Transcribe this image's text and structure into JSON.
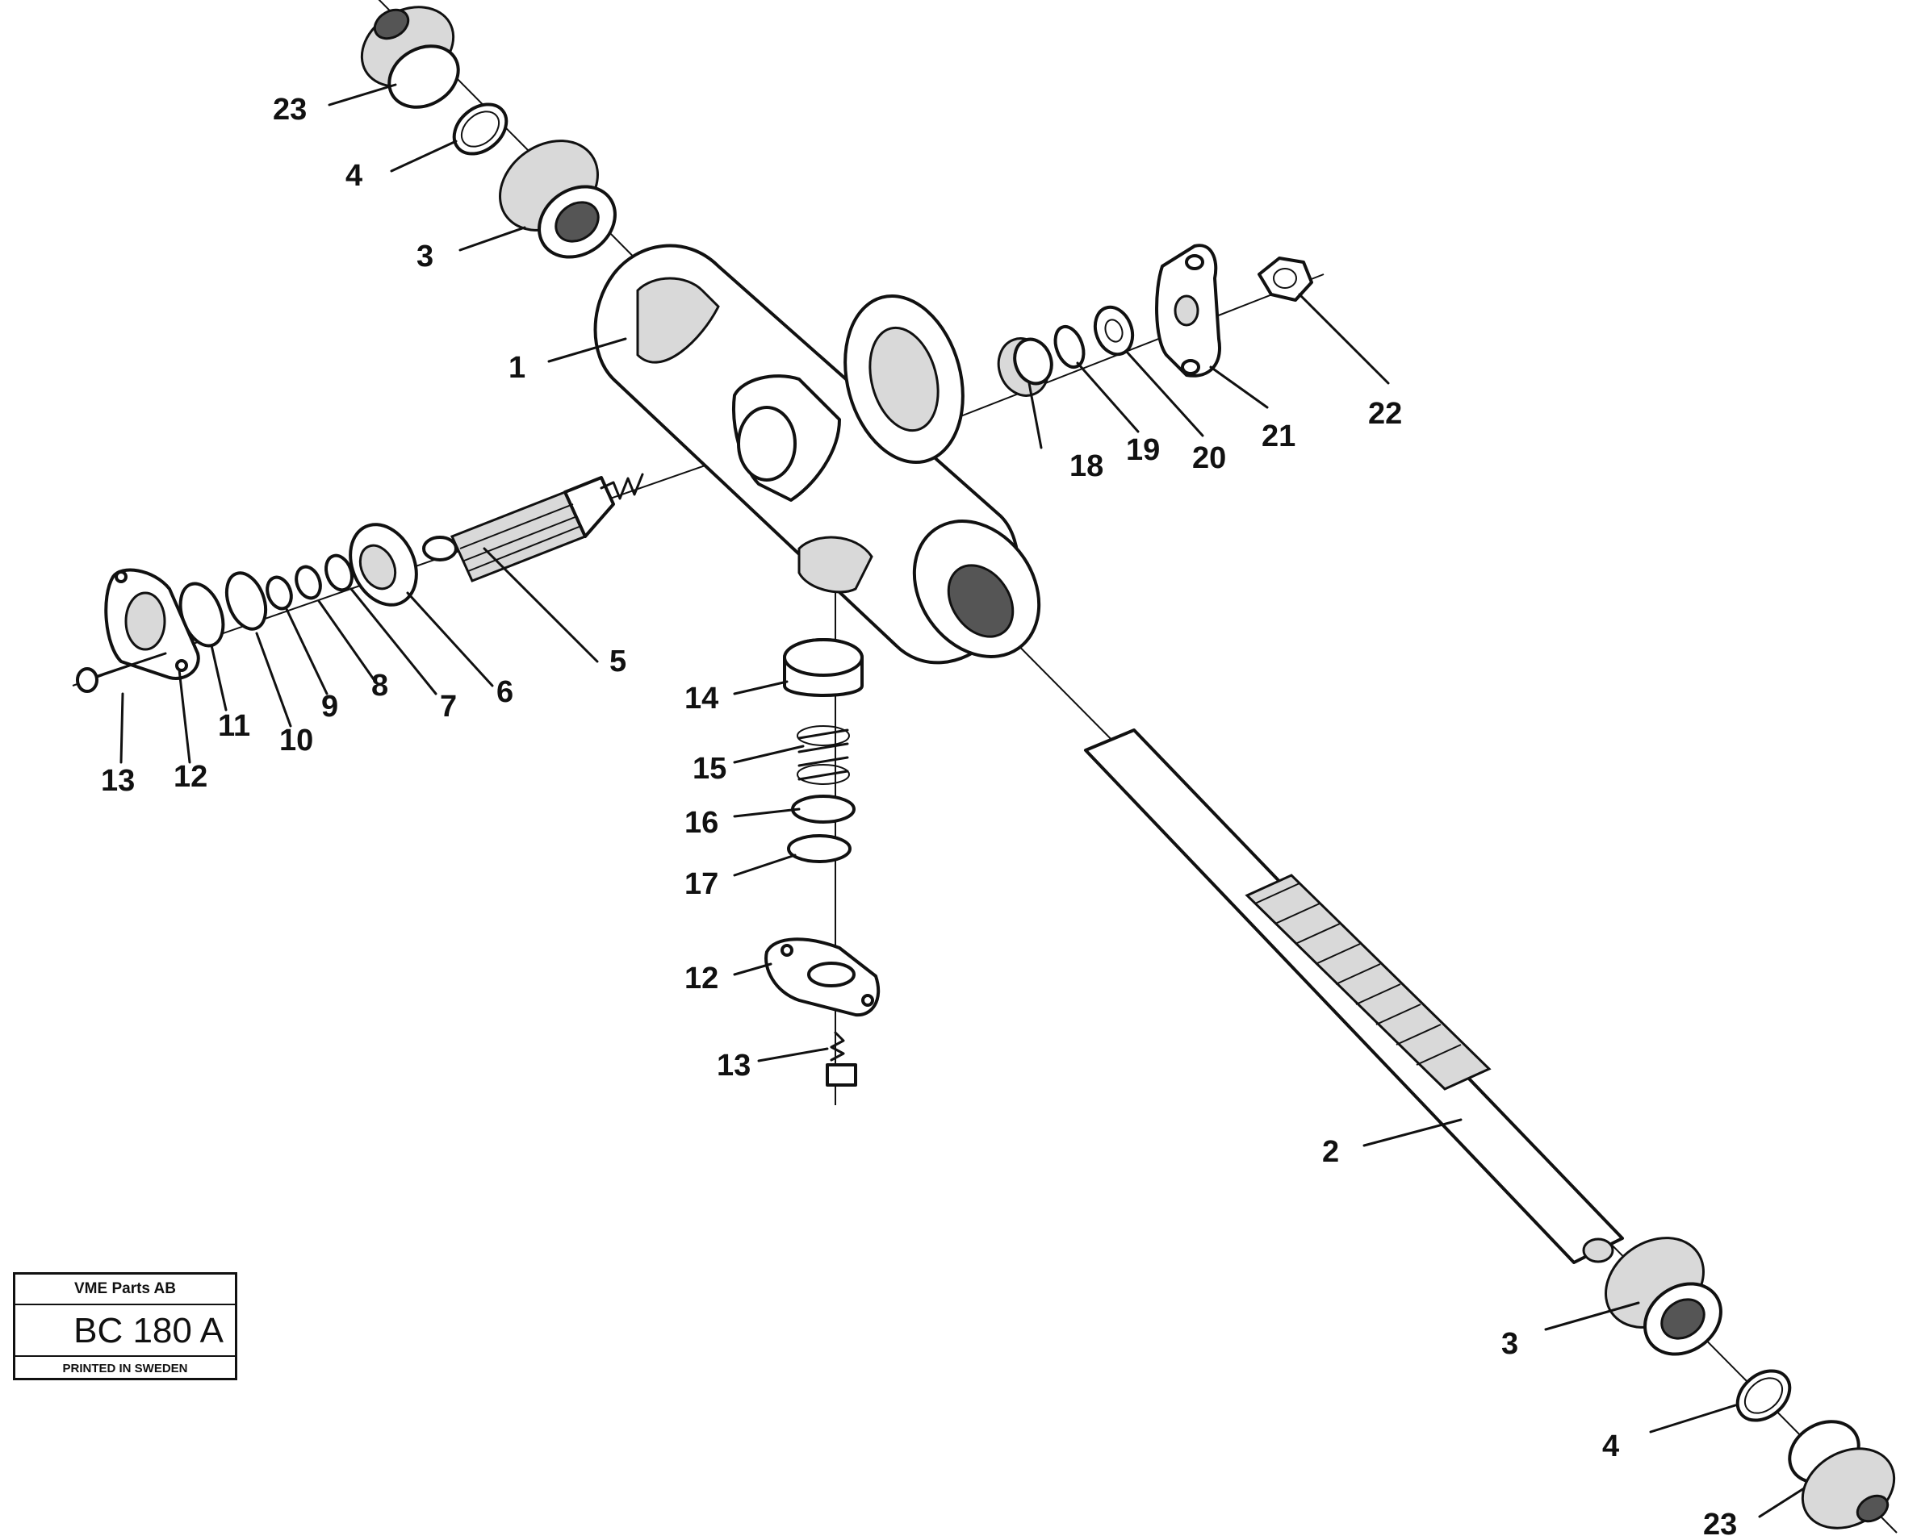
{
  "labels": {
    "l1": "1",
    "l2": "2",
    "l3a": "3",
    "l3b": "3",
    "l4a": "4",
    "l4b": "4",
    "l5": "5",
    "l6": "6",
    "l7": "7",
    "l8": "8",
    "l9": "9",
    "l10": "10",
    "l11": "11",
    "l12a": "12",
    "l12b": "12",
    "l13a": "13",
    "l13b": "13",
    "l14": "14",
    "l15": "15",
    "l16": "16",
    "l17": "17",
    "l18": "18",
    "l19": "19",
    "l20": "20",
    "l21": "21",
    "l22": "22",
    "l23a": "23",
    "l23b": "23"
  },
  "stamp": {
    "company": "VME Parts AB",
    "code": "BC 180 A",
    "printed": "PRINTED IN SWEDEN"
  }
}
